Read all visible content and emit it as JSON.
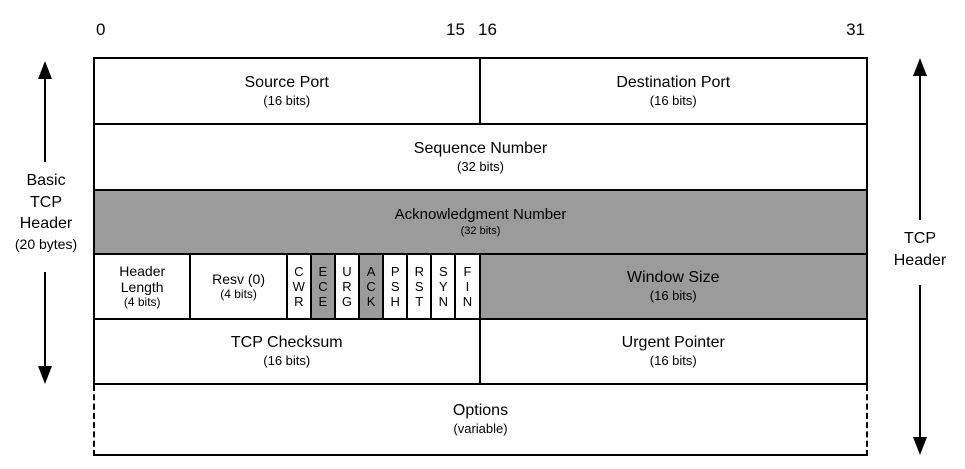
{
  "bit_ruler": {
    "bit0": "0",
    "bit15": "15",
    "bit16": "16",
    "bit31": "31"
  },
  "colors": {
    "shaded": "#9b9b9b",
    "line": "#000000",
    "background": "#ffffff"
  },
  "annotations": {
    "left": {
      "line1": "Basic",
      "line2": "TCP",
      "line3": "Header",
      "line4": "(20 bytes)"
    },
    "right": {
      "line1": "TCP",
      "line2": "Header"
    }
  },
  "fields": {
    "source_port": {
      "label": "Source Port",
      "sub": "(16 bits)",
      "shaded": false
    },
    "destination_port": {
      "label": "Destination Port",
      "sub": "(16 bits)",
      "shaded": false
    },
    "sequence_number": {
      "label": "Sequence Number",
      "sub": "(32 bits)",
      "shaded": false
    },
    "acknowledgment_number": {
      "label": "Acknowledgment Number",
      "sub": "(32 bits)",
      "shaded": true
    },
    "header_length": {
      "label": "Header Length",
      "sub": "(4 bits)",
      "shaded": false
    },
    "reserved": {
      "label": "Resv (0)",
      "sub": "(4 bits)",
      "shaded": false
    },
    "flags": [
      {
        "name": "CWR",
        "letters": "CWR",
        "shaded": false
      },
      {
        "name": "ECE",
        "letters": "ECE",
        "shaded": true
      },
      {
        "name": "URG",
        "letters": "URG",
        "shaded": false
      },
      {
        "name": "ACK",
        "letters": "ACK",
        "shaded": true
      },
      {
        "name": "PSH",
        "letters": "PSH",
        "shaded": false
      },
      {
        "name": "RST",
        "letters": "RST",
        "shaded": false
      },
      {
        "name": "SYN",
        "letters": "SYN",
        "shaded": false
      },
      {
        "name": "FIN",
        "letters": "FIN",
        "shaded": false
      }
    ],
    "window_size": {
      "label": "Window Size",
      "sub": "(16 bits)",
      "shaded": true
    },
    "tcp_checksum": {
      "label": "TCP Checksum",
      "sub": "(16 bits)",
      "shaded": false
    },
    "urgent_pointer": {
      "label": "Urgent Pointer",
      "sub": "(16 bits)",
      "shaded": false
    },
    "options": {
      "label": "Options",
      "sub": "(variable)",
      "shaded": false
    }
  }
}
